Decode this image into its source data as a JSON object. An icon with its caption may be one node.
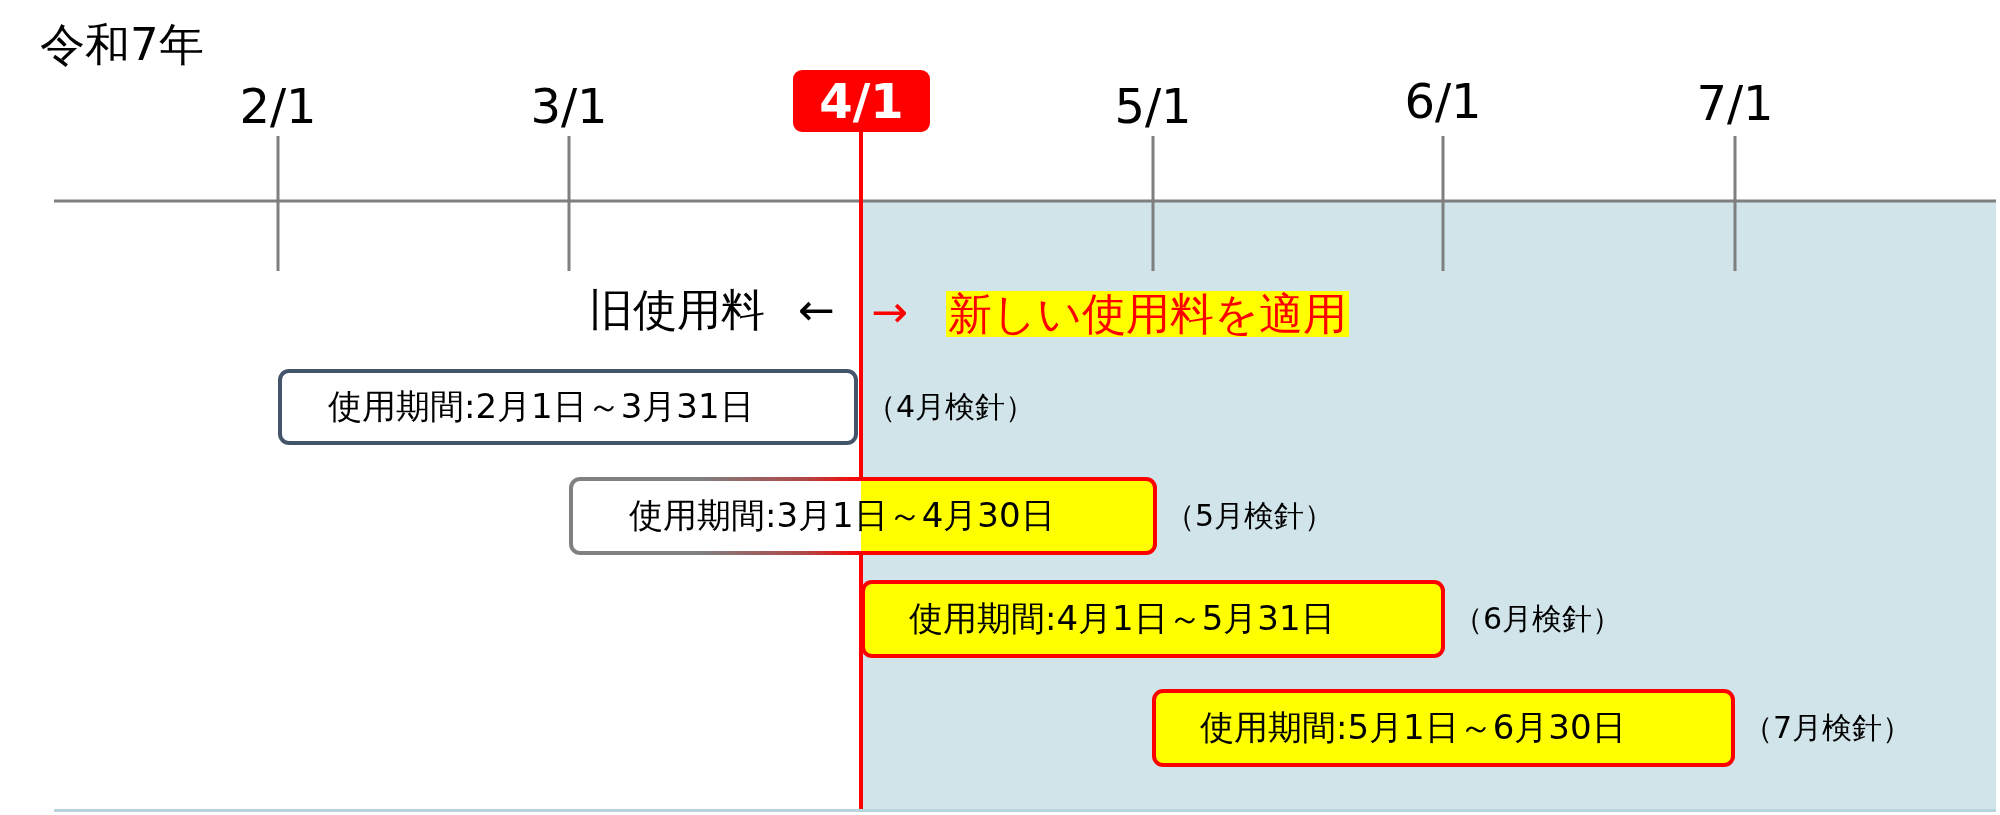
{
  "diagram": {
    "nodes": [
      {
        "text": [
          "4/1"
        ]
      },
      {
        "text": [
          "→",
          "新しい使用料を適用"
        ]
      },
      {
        "text": [
          "使用期間:2月1日～3月31日"
        ],
        "beside": [
          "（4月検針）"
        ]
      },
      {
        "text": [
          "使用期間:3月1日～4月30日"
        ],
        "beside": [
          "（5月検針）"
        ]
      },
      {
        "text": [
          "使用期間:4月1日～5月31日"
        ],
        "in": 1,
        "beside": [
          "（6月検針）"
        ]
      },
      {
        "text": [
          "使用期間:5月1日～6月30日"
        ],
        "in": 1,
        "beside": [
          "（7月検針）"
        ]
      }
    ],
    "labels": [
      "令和7年",
      "2/1",
      "3/1",
      "5/1",
      "6/1",
      "7/1",
      "旧使用料",
      "←"
    ]
  }
}
